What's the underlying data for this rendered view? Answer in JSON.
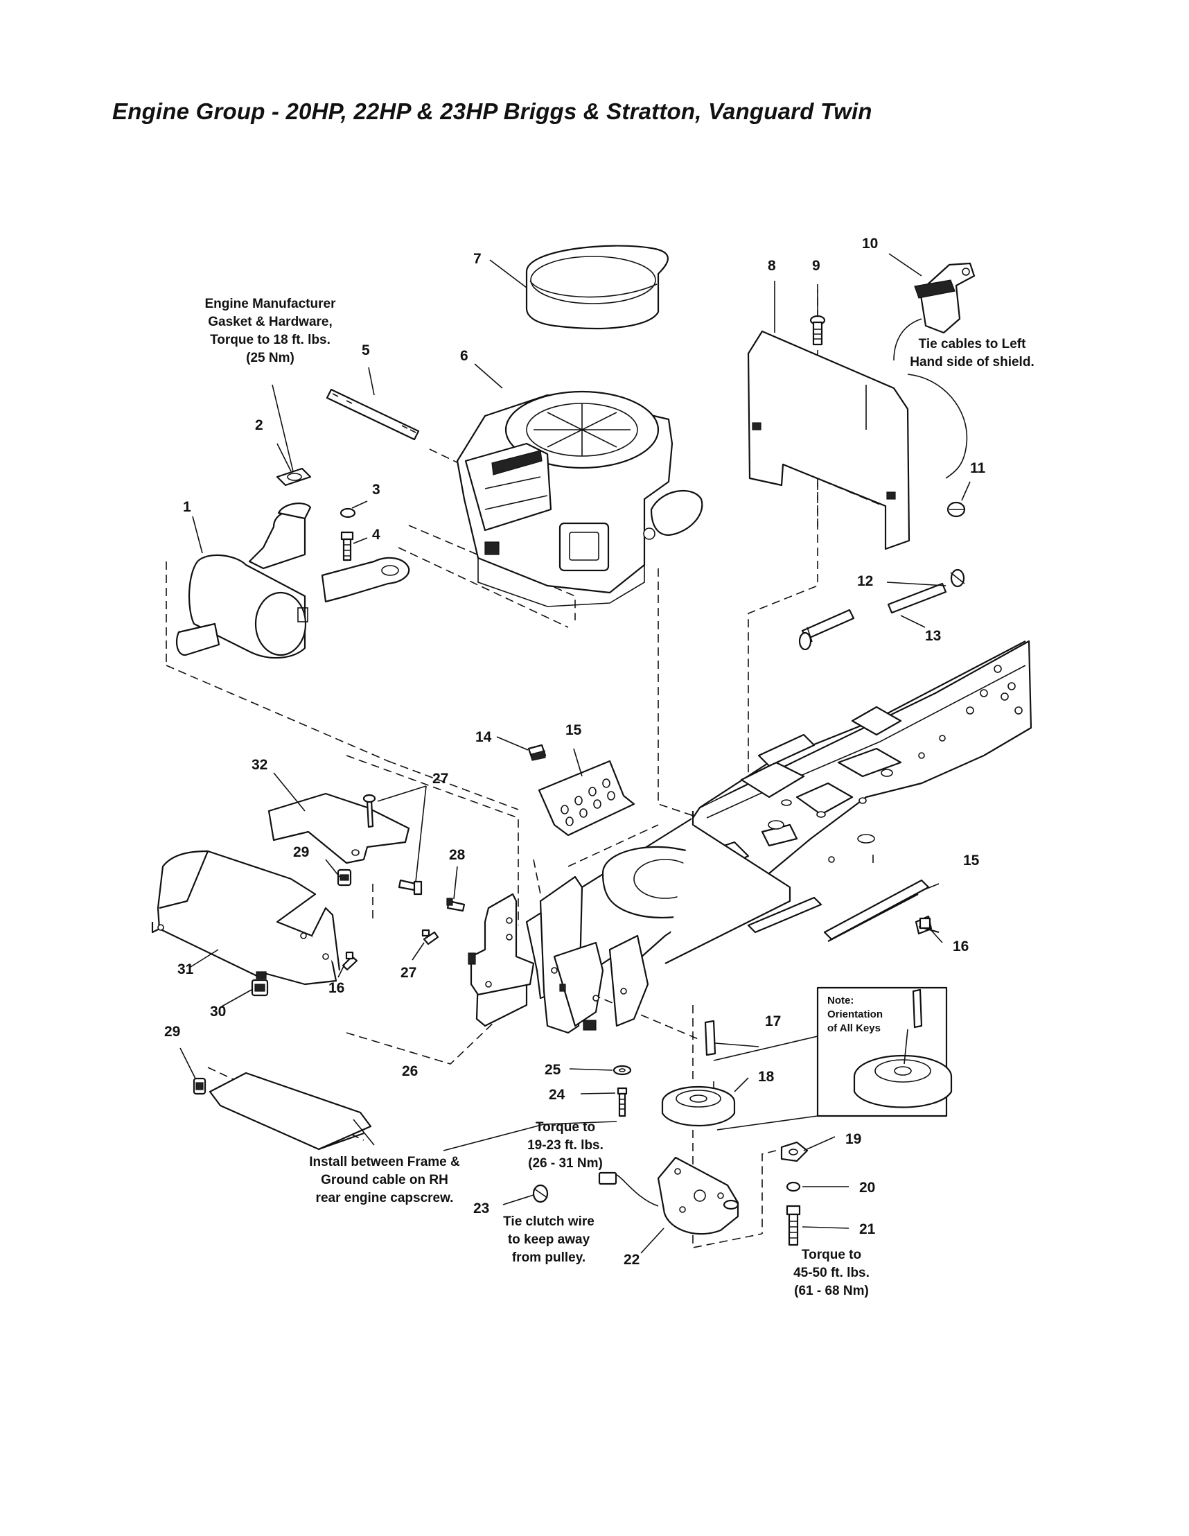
{
  "title": "Engine Group - 20HP, 22HP & 23HP Briggs & Stratton, Vanguard Twin",
  "callouts": {
    "c1": "1",
    "c2": "2",
    "c3": "3",
    "c4": "4",
    "c5": "5",
    "c6": "6",
    "c7": "7",
    "c8": "8",
    "c9": "9",
    "c10": "10",
    "c11": "11",
    "c12": "12",
    "c13": "13",
    "c14": "14",
    "c15a": "15",
    "c15b": "15",
    "c16a": "16",
    "c16b": "16",
    "c17": "17",
    "c18": "18",
    "c19": "19",
    "c20": "20",
    "c21": "21",
    "c22": "22",
    "c23": "23",
    "c24": "24",
    "c25": "25",
    "c26": "26",
    "c27a": "27",
    "c27b": "27",
    "c28": "28",
    "c29a": "29",
    "c29b": "29",
    "c30": "30",
    "c31": "31",
    "c32": "32"
  },
  "notes": {
    "engine_hardware": [
      "Engine Manufacturer",
      "Gasket & Hardware,",
      "Torque to 18 ft. lbs.",
      "(25 Nm)"
    ],
    "tie_cables": [
      "Tie cables to Left",
      "Hand side of shield."
    ],
    "torque_24": [
      "Torque to",
      "19-23 ft. lbs.",
      "(26 - 31 Nm)"
    ],
    "install_frame": [
      "Install between Frame &",
      "Ground cable on RH",
      "rear engine capscrew."
    ],
    "tie_clutch": [
      "Tie clutch wire",
      "to keep away",
      "from pulley."
    ],
    "torque_21": [
      "Torque to",
      "45-50 ft. lbs.",
      "(61 - 68 Nm)"
    ],
    "key_orientation": [
      "Note:",
      "Orientation",
      "of All Keys"
    ]
  }
}
